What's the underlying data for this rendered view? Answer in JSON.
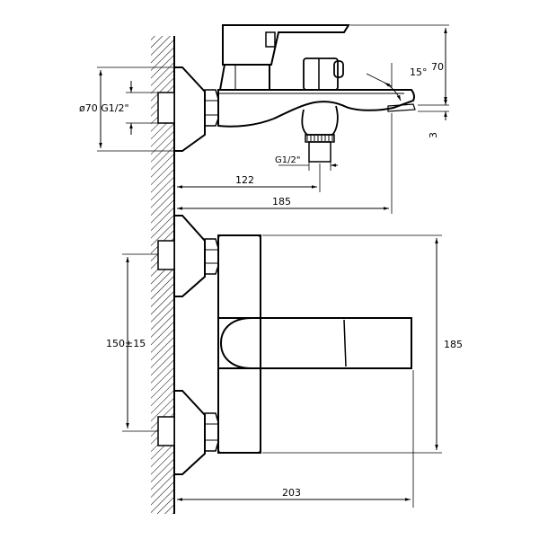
{
  "dimensions": {
    "flange_diameter_thread": "ø70 G1/2\"",
    "outlet_thread": "G1/2\"",
    "spout_angle": "15°",
    "handle_height": "70",
    "spout_drop": "3",
    "outlet_distance": "122",
    "spout_length": "185",
    "inlet_spacing": "150±15",
    "body_height": "185",
    "total_depth": "203"
  }
}
